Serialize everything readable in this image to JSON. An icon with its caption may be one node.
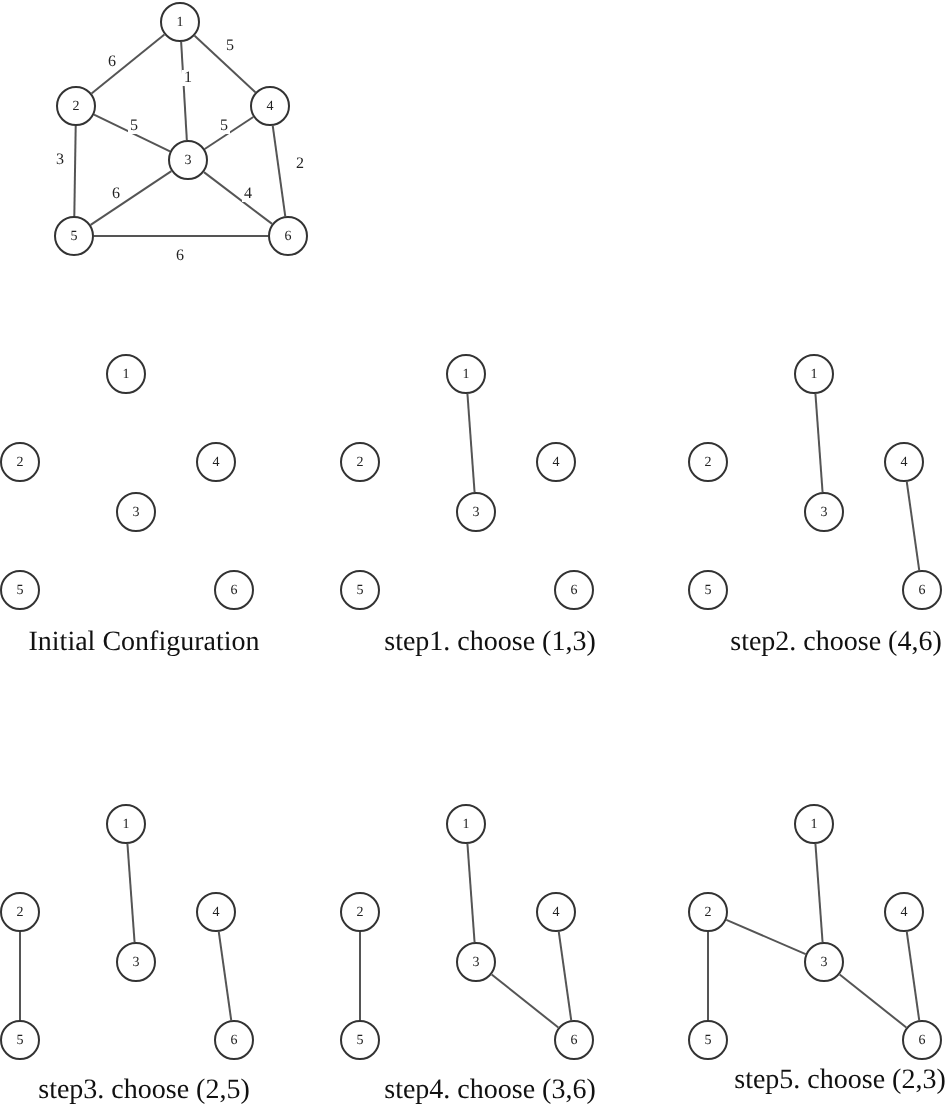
{
  "diagram": {
    "nodes": [
      {
        "text": [
          "1"
        ]
      },
      {
        "text": [
          "2"
        ]
      },
      {
        "text": [
          "4"
        ]
      },
      {
        "text": [
          "3"
        ]
      },
      {
        "text": [
          "5"
        ]
      },
      {
        "text": [
          "6"
        ]
      },
      {
        "text": [
          "1"
        ]
      },
      {
        "text": [
          "2"
        ]
      },
      {
        "text": [
          "4"
        ]
      },
      {
        "text": [
          "3"
        ]
      },
      {
        "text": [
          "5"
        ]
      },
      {
        "text": [
          "6"
        ]
      },
      {
        "text": [
          "1"
        ]
      },
      {
        "text": [
          "2"
        ]
      },
      {
        "text": [
          "4"
        ]
      },
      {
        "text": [
          "3"
        ]
      },
      {
        "text": [
          "5"
        ]
      },
      {
        "text": [
          "6"
        ]
      },
      {
        "text": [
          "1"
        ]
      },
      {
        "text": [
          "2"
        ]
      },
      {
        "text": [
          "4"
        ]
      },
      {
        "text": [
          "3"
        ]
      },
      {
        "text": [
          "5"
        ]
      },
      {
        "text": [
          "6"
        ]
      },
      {
        "text": [
          "1"
        ]
      },
      {
        "text": [
          "2"
        ]
      },
      {
        "text": [
          "4"
        ]
      },
      {
        "text": [
          "3"
        ]
      },
      {
        "text": [
          "5"
        ]
      },
      {
        "text": [
          "6"
        ]
      },
      {
        "text": [
          "1"
        ]
      },
      {
        "text": [
          "2"
        ]
      },
      {
        "text": [
          "4"
        ]
      },
      {
        "text": [
          "3"
        ]
      },
      {
        "text": [
          "5"
        ]
      },
      {
        "text": [
          "6"
        ]
      },
      {
        "text": [
          "1"
        ]
      },
      {
        "text": [
          "2"
        ]
      },
      {
        "text": [
          "4"
        ]
      },
      {
        "text": [
          "3"
        ]
      },
      {
        "text": [
          "5"
        ]
      },
      {
        "text": [
          "6"
        ]
      }
    ],
    "edges": [
      {
        "from": 0,
        "to": 1,
        "label": "6",
        "arrow": "none"
      },
      {
        "from": 0,
        "to": 2,
        "label": "5",
        "arrow": "none"
      },
      {
        "from": 0,
        "to": 3,
        "label": "1",
        "arrow": "none"
      },
      {
        "from": 1,
        "to": 3,
        "label": "5",
        "arrow": "none"
      },
      {
        "from": 2,
        "to": 3,
        "label": "5",
        "arrow": "none"
      },
      {
        "from": 2,
        "to": 5,
        "label": "2",
        "arrow": "none"
      },
      {
        "from": 1,
        "to": 4,
        "label": "3",
        "arrow": "none"
      },
      {
        "from": 4,
        "to": 3,
        "label": "6",
        "arrow": "none"
      },
      {
        "from": 3,
        "to": 5,
        "label": "4",
        "arrow": "none"
      },
      {
        "from": 4,
        "to": 5,
        "label": "6",
        "arrow": "none"
      },
      {
        "from": 12,
        "to": 15,
        "arrow": "none"
      },
      {
        "from": 18,
        "to": 21,
        "arrow": "none"
      },
      {
        "from": 20,
        "to": 23,
        "arrow": "none"
      },
      {
        "from": 24,
        "to": 27,
        "arrow": "none"
      },
      {
        "from": 26,
        "to": 29,
        "arrow": "none"
      },
      {
        "from": 25,
        "to": 28,
        "arrow": "none"
      },
      {
        "from": 30,
        "to": 33,
        "arrow": "none"
      },
      {
        "from": 32,
        "to": 35,
        "arrow": "none"
      },
      {
        "from": 31,
        "to": 34,
        "arrow": "none"
      },
      {
        "from": 33,
        "to": 35,
        "arrow": "none"
      },
      {
        "from": 36,
        "to": 39,
        "arrow": "none"
      },
      {
        "from": 38,
        "to": 41,
        "arrow": "none"
      },
      {
        "from": 37,
        "to": 40,
        "arrow": "none"
      },
      {
        "from": 39,
        "to": 41,
        "arrow": "none"
      },
      {
        "from": 37,
        "to": 39,
        "arrow": "none"
      }
    ],
    "labels": [
      "Initial Configuration",
      "step1.  choose (1,3)",
      "step2. choose (4,6)",
      "step3. choose (2,5)",
      "step4. choose (3,6)",
      "step5. choose (2,3)"
    ]
  }
}
